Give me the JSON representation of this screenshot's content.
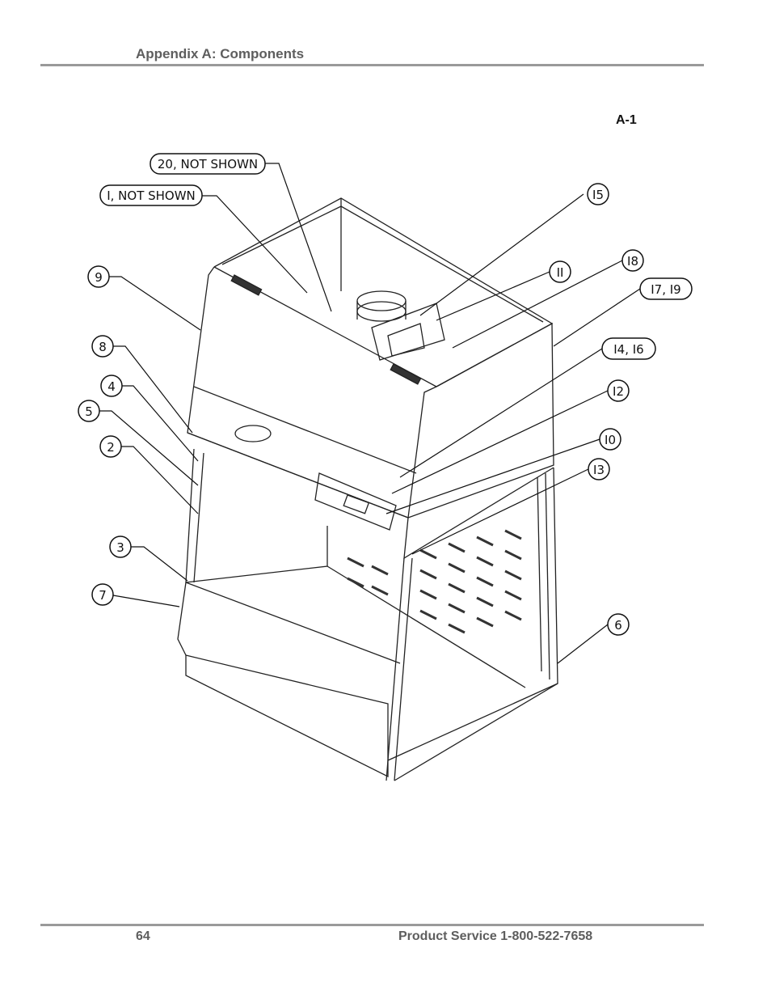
{
  "header": {
    "section_title": "Appendix A: Components"
  },
  "figure": {
    "label": "A-1",
    "callouts": [
      {
        "id": "c20",
        "text": "20, NOT SHOWN"
      },
      {
        "id": "c1",
        "text": "I, NOT SHOWN"
      },
      {
        "id": "c15",
        "text": "I5"
      },
      {
        "id": "c11",
        "text": "II"
      },
      {
        "id": "c18",
        "text": "I8"
      },
      {
        "id": "c9",
        "text": "9"
      },
      {
        "id": "c17",
        "text": "I7, I9"
      },
      {
        "id": "c8",
        "text": "8"
      },
      {
        "id": "c14",
        "text": "I4, I6"
      },
      {
        "id": "c4",
        "text": "4"
      },
      {
        "id": "c12",
        "text": "I2"
      },
      {
        "id": "c5",
        "text": "5"
      },
      {
        "id": "c10",
        "text": "I0"
      },
      {
        "id": "c2",
        "text": "2"
      },
      {
        "id": "c13",
        "text": "I3"
      },
      {
        "id": "c3",
        "text": "3"
      },
      {
        "id": "c7",
        "text": "7"
      },
      {
        "id": "c6",
        "text": "6"
      }
    ]
  },
  "footer": {
    "page_number": "64",
    "service_line": "Product Service 1-800-522-7658"
  }
}
